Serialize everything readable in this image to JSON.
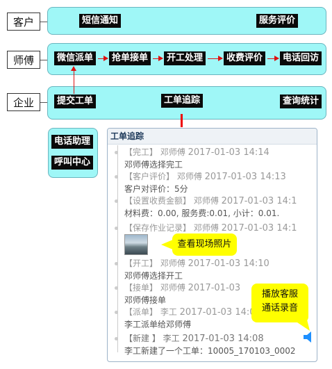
{
  "roles": {
    "customer": "客户",
    "master": "师傅",
    "enterprise": "企业"
  },
  "customer_lane": {
    "sms": "短信通知",
    "review": "服务评价"
  },
  "master_lane": {
    "steps": [
      "微信派单",
      "抢单接单",
      "开工处理",
      "收费评价",
      "电话回访"
    ]
  },
  "enterprise_lane": {
    "submit": "提交工单",
    "track": "工单追踪",
    "stats": "查询统计"
  },
  "phone_box": {
    "assistant": "电话助理",
    "call_center": "呼叫中心"
  },
  "panel": {
    "title": "工单追踪",
    "entries": [
      {
        "head": "【完工】 邓师傅 ",
        "time": "2017-01-03 14:14",
        "desc": "邓师傅选择完工"
      },
      {
        "head": "【客户评价】 邓师傅 ",
        "time": "2017-01-03 14:13",
        "desc": "客户对评价：5分"
      },
      {
        "head": "【设置收费金额】 邓师傅 ",
        "time": "2017-01-03 14:1",
        "desc": "材料费：0.00, 服务费:0.01, 小计：0.01."
      },
      {
        "head": "【保存作业记录】 邓师傅 ",
        "time": "2017-01-03 14:1",
        "desc": ""
      },
      {
        "head": "【开工】 邓师傅 ",
        "time": "2017-01-03 14:10",
        "desc": "邓师傅选择开工"
      },
      {
        "head": "【接单】 邓师傅 ",
        "time": "2017-01-03",
        "desc": "邓师傅接单"
      },
      {
        "head": "【派单】 李工 ",
        "time": "2017-01-03 14:0",
        "desc": "李工派单给邓师傅"
      },
      {
        "head": "【新建 】 李工 ",
        "time": "2017-01-03 14:08",
        "desc": "李工新建了一个工单：10005_170103_0002"
      }
    ]
  },
  "callouts": {
    "photo": "查看现场照片",
    "audio_line1": "播放客服",
    "audio_line2": "通话录音"
  },
  "colors": {
    "lane_fill": "#9ff7f7",
    "arrow": "#dd1111",
    "callout": "#ffff00",
    "speaker": "#1e90ff"
  },
  "icons": {
    "photo": "photo-thumbnail",
    "audio": "speaker-icon"
  }
}
